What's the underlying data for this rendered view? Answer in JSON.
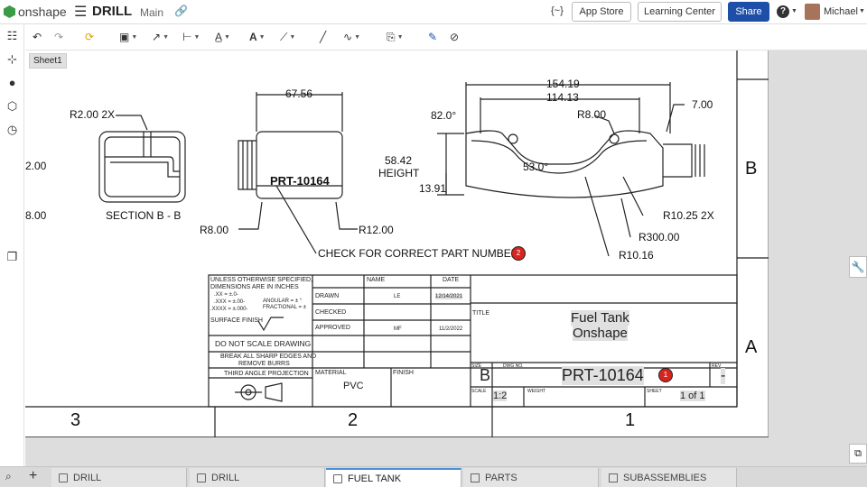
{
  "app": {
    "logo_text": "onshape",
    "doc_title": "DRILL",
    "workspace": "Main"
  },
  "topbar": {
    "braces": "{~}",
    "app_store": "App Store",
    "learning_center": "Learning Center",
    "share": "Share",
    "help": "?",
    "user": "Michael"
  },
  "sheet": {
    "name": "Sheet1",
    "dims": {
      "r200_2x": "R2.00 2X",
      "d2_00": "2.00",
      "d8_00": "8.00",
      "section_label": "SECTION B - B",
      "w6756": "67.56",
      "part_number": "PRT-10164",
      "r800_a": "R8.00",
      "r1200": "R12.00",
      "note": "CHECK FOR CORRECT PART NUMBER!",
      "note_badge": "2",
      "d15419": "154.19",
      "d11413": "114.13",
      "a820": "82.0°",
      "r800_b": "R8.00",
      "d700": "7.00",
      "h5842": "58.42",
      "height": "HEIGHT",
      "a530": "53.0°",
      "d1391": "13.91",
      "r1025_2x": "R10.25 2X",
      "r30000": "R300.00",
      "r1016": "R10.16"
    },
    "zones": {
      "b": "B",
      "a": "A",
      "c3": "3",
      "c2": "2",
      "c1": "1"
    },
    "title_block": {
      "tol_lines": [
        "UNLESS OTHERWISE SPECIFIED,",
        "DIMENSIONS ARE IN INCHES"
      ],
      "tol_x": ".XX = ±.0-",
      "tol_xx": ".XXX = ±.00-",
      "tol_xxx": ".XXXX = ±.000-",
      "angular": "ANGULAR = ± °",
      "fractional": "FRACTIONAL = ±",
      "surface": "SURFACE FINISH",
      "dnsd": "DO NOT SCALE DRAWING",
      "break1": "BREAK ALL SHARP EDGES AND",
      "break2": "REMOVE BURRS",
      "third_angle": "THIRD ANGLE PROJECTION",
      "name_h": "NAME",
      "date_h": "DATE",
      "drawn": "DRAWN",
      "drawn_name": "LE",
      "drawn_date": "12/14/2021",
      "checked": "CHECKED",
      "approved": "APPROVED",
      "approved_name": "MF",
      "approved_date": "11/2/2022",
      "material_h": "MATERIAL",
      "material": "PVC",
      "finish_h": "FINISH",
      "title_h": "TITLE",
      "title1": "Fuel Tank",
      "title2": "Onshape",
      "size_h": "SIZE",
      "size": "B",
      "dwg_h": "DWG NO.",
      "dwg_no": "PRT-10164",
      "dwg_badge": "1",
      "rev_h": "REV",
      "rev": "-",
      "scale_h": "SCALE",
      "scale": "1:2",
      "weight_h": "WEIGHT",
      "sheet_h": "SHEET",
      "sheet_of": "1 of 1"
    }
  },
  "tabs": [
    {
      "label": "DRILL"
    },
    {
      "label": "DRILL"
    },
    {
      "label": "FUEL TANK"
    },
    {
      "label": "PARTS"
    },
    {
      "label": "SUBASSEMBLIES"
    }
  ],
  "colors": {
    "share_bg": "#1e4fa8",
    "badge_red": "#d9231f",
    "tab_accent": "#4a90d9"
  }
}
